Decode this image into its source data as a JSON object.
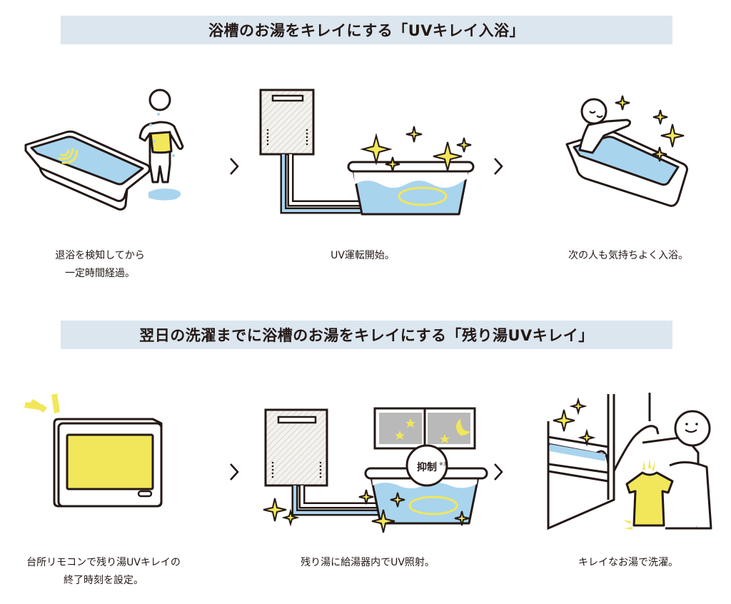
{
  "section1": {
    "title": "浴槽のお湯をキレイにする「UVキレイ入浴」",
    "steps": [
      {
        "caption_line1": "退浴を検知してから",
        "caption_line2": "一定時間経過。",
        "illustration": "person-leaving-bath"
      },
      {
        "caption_line1": "UV運転開始。",
        "illustration": "water-heater-uv-bath"
      },
      {
        "caption_line1": "次の人も気持ちよく入浴。",
        "illustration": "person-bathing"
      }
    ]
  },
  "section2": {
    "title": "翌日の洗濯までに浴槽のお湯をキレイにする「残り湯UVキレイ」",
    "steps": [
      {
        "caption_line1": "台所リモコンで残り湯UVキレイの",
        "caption_line2": "終了時刻を設定。",
        "illustration": "kitchen-remote"
      },
      {
        "caption_line1": "残り湯に給湯器内でUV照射。",
        "illustration": "water-heater-night-bath",
        "badge": "抑制",
        "badge_note": "※3"
      },
      {
        "caption_line1": "キレイなお湯で洗濯。",
        "illustration": "person-laundry"
      }
    ]
  },
  "colors": {
    "banner": "#dbe6ef",
    "water": "#a9d4ee",
    "yellow": "#f2e75a",
    "line": "#231815",
    "window": "#b9b9b9"
  },
  "icons": {
    "step_arrow": "chevron-right-icon",
    "sparkle": "sparkle-icon"
  }
}
